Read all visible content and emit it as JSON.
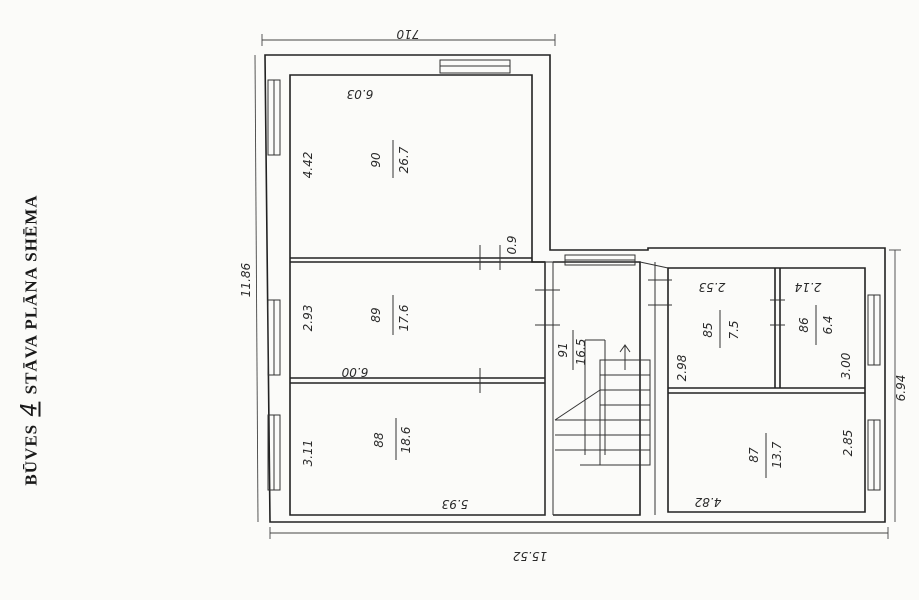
{
  "title": {
    "prefix": "BŪVES",
    "floor_number": "4",
    "suffix": "STĀVA PLĀNA SHĒMA"
  },
  "dimensions": {
    "overall_width_top": "710",
    "overall_width_bottom": "15.52",
    "overall_height_left": "11.86",
    "right_wing_height": "6.94"
  },
  "rooms": [
    {
      "id": "90",
      "area": "26.7",
      "width": "6.03",
      "depth": "4.42"
    },
    {
      "id": "89",
      "area": "17.6",
      "width": "6.00",
      "depth": "2.93"
    },
    {
      "id": "88",
      "area": "18.6",
      "width": "5.93",
      "depth": "3.11"
    },
    {
      "id": "91",
      "area": "16.5"
    },
    {
      "id": "85",
      "area": "7.5",
      "width": "2.53",
      "depth": "2.98"
    },
    {
      "id": "86",
      "area": "6.4",
      "width": "2.14",
      "depth": "3.00"
    },
    {
      "id": "87",
      "area": "13.7",
      "width": "4.82",
      "depth": "2.85"
    }
  ],
  "misc_labels": {
    "door_label": "0.9"
  }
}
